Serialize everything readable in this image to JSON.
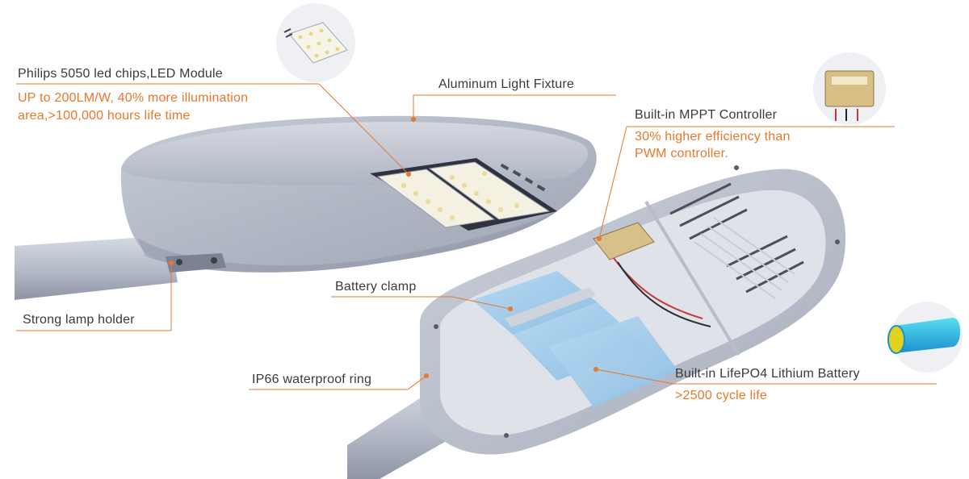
{
  "colors": {
    "accent": "#e8782a",
    "label": "#3a3a3a",
    "housing": "#c3c8d3",
    "battery": "#9cc8e8"
  },
  "callouts": {
    "led_module": {
      "title": "Philips 5050 led chips,LED Module",
      "detail_line1": "UP to 200LM/W, 40% more illumination",
      "detail_line2": "area,>100,000 hours life time"
    },
    "fixture": {
      "title": "Aluminum Light Fixture"
    },
    "mppt": {
      "title": "Built-in MPPT Controller",
      "detail_line1": "30% higher efficiency than",
      "detail_line2": "PWM controller."
    },
    "battery_clamp": {
      "title": "Battery clamp"
    },
    "lamp_holder": {
      "title": "Strong lamp holder"
    },
    "waterproof_ring": {
      "title": "IP66 waterproof ring"
    },
    "battery": {
      "title": "Built-in LifePO4 Lithium Battery",
      "detail": ">2500 cycle life"
    }
  }
}
